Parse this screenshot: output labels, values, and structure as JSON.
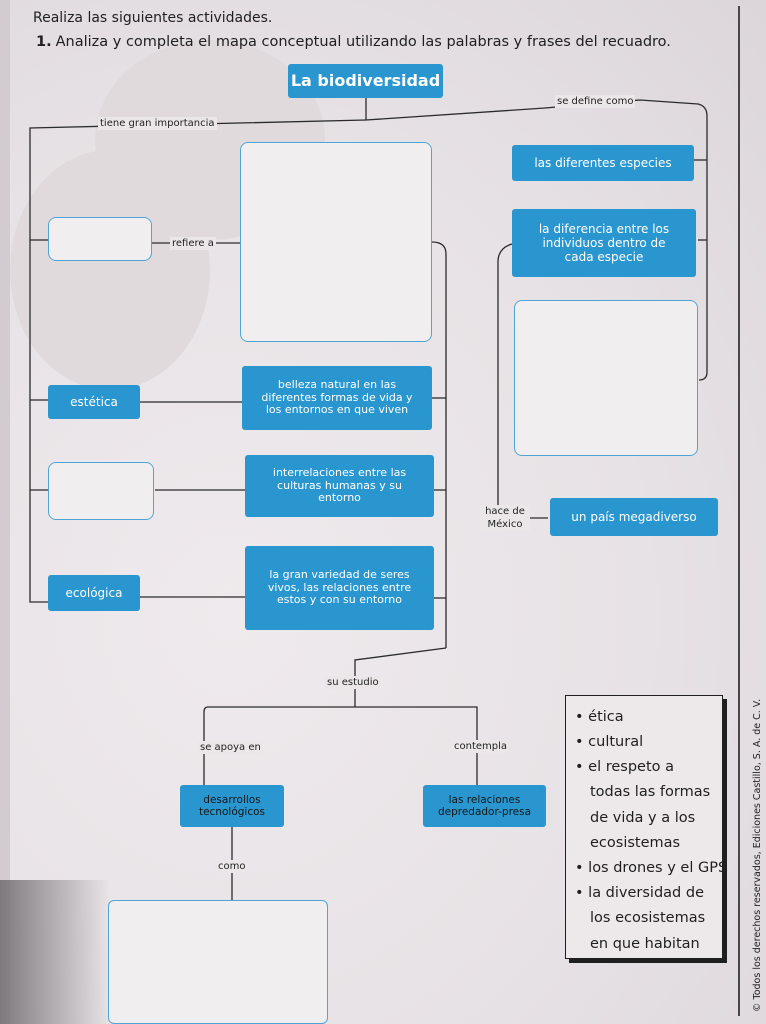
{
  "header": {
    "intro": "Realiza las siguientes actividades.",
    "question_number": "1.",
    "question_text": "Analiza y completa el mapa conceptual utilizando las palabras y frases del recuadro."
  },
  "concept_map": {
    "title": "La biodiversidad",
    "connectors": {
      "importance": "tiene gran importancia",
      "defined_as": "se define como",
      "refers_to": "refiere a",
      "makes_mexico": "hace de México",
      "its_study": "su estudio",
      "relies_on": "se apoya en",
      "considers": "contempla",
      "like": "como"
    },
    "importance_types": [
      "estética",
      "ecológica"
    ],
    "importance_descriptions": [
      "belleza natural en las diferentes formas de vida y los entornos en que viven",
      "interrelaciones entre las culturas humanas y su entorno",
      "la gran variedad de seres vivos, las relaciones entre estos y con su entorno"
    ],
    "definitions": [
      "las diferentes especies",
      "la diferencia entre los individuos dentro de cada especie"
    ],
    "mexico_result": "un país megadiverso",
    "study_support": "desarrollos tecnológicos",
    "study_includes": "las relaciones depredador-presa"
  },
  "word_bank": [
    "• ética",
    "• cultural",
    "• el respeto a",
    "todas las formas",
    "de vida y a los",
    "ecosistemas",
    "• los drones y el GPS",
    "• la diversidad de",
    "los ecosistemas",
    "en que habitan"
  ],
  "footer": {
    "copyright": "© Todos los derechos reservados, Ediciones Castillo, S. A. de C. V."
  },
  "colors": {
    "node_blue": "#2a96cf",
    "blank_border": "#4fa6d6",
    "node_text": "#ffffff",
    "word_bank_border": "#1f1f1f"
  }
}
